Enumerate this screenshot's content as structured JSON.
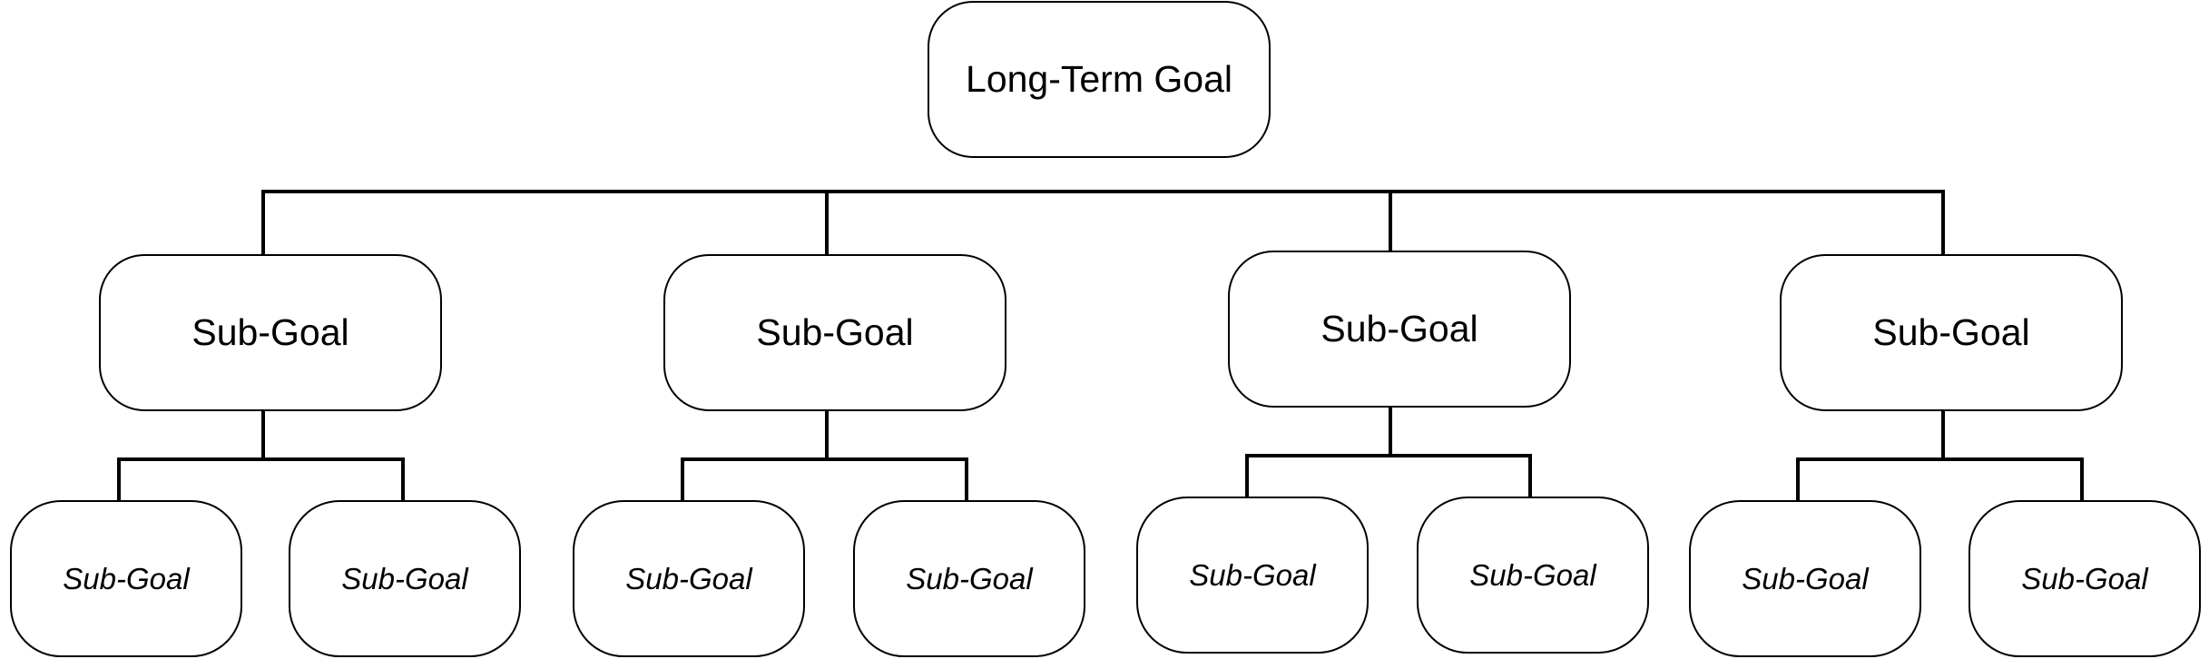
{
  "root": {
    "label": "Long-Term Goal"
  },
  "sub_goals": [
    {
      "label": "Sub-Goal",
      "children": [
        {
          "label": "Sub-Goal"
        },
        {
          "label": "Sub-Goal"
        }
      ]
    },
    {
      "label": "Sub-Goal",
      "children": [
        {
          "label": "Sub-Goal"
        },
        {
          "label": "Sub-Goal"
        }
      ]
    },
    {
      "label": "Sub-Goal",
      "children": [
        {
          "label": "Sub-Goal"
        },
        {
          "label": "Sub-Goal"
        }
      ]
    },
    {
      "label": "Sub-Goal",
      "children": [
        {
          "label": "Sub-Goal"
        },
        {
          "label": "Sub-Goal"
        }
      ]
    }
  ]
}
